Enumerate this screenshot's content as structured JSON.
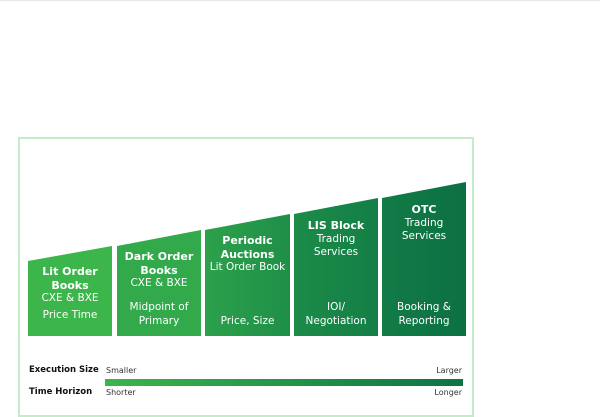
{
  "columns": [
    {
      "title": "Lit Order Books",
      "subtitle": "CXE & BXE",
      "detail": "Price Time",
      "color": "#3cb64b"
    },
    {
      "title": "Dark Order Books",
      "subtitle": "CXE & BXE",
      "detail": "Midpoint of Primary",
      "color": "#32a94a"
    },
    {
      "title": "Periodic Auctions",
      "subtitle": "Lit Order Book",
      "detail": "Price, Size",
      "color": "#26984a"
    },
    {
      "title": "LIS Block",
      "subtitle": "Trading Services",
      "detail": "IOI/ Negotiation",
      "color": "#198648"
    },
    {
      "title": "OTC",
      "subtitle": "Trading Services",
      "detail": "Booking & Reporting",
      "color": "#0e7845"
    }
  ],
  "scale": {
    "execution_size_label": "Execution Size",
    "smaller": "Smaller",
    "larger": "Larger",
    "time_horizon_label": "Time Horizon",
    "shorter": "Shorter",
    "longer": "Longer",
    "gradient_start": "#3cb54b",
    "gradient_end": "#0d7443"
  }
}
